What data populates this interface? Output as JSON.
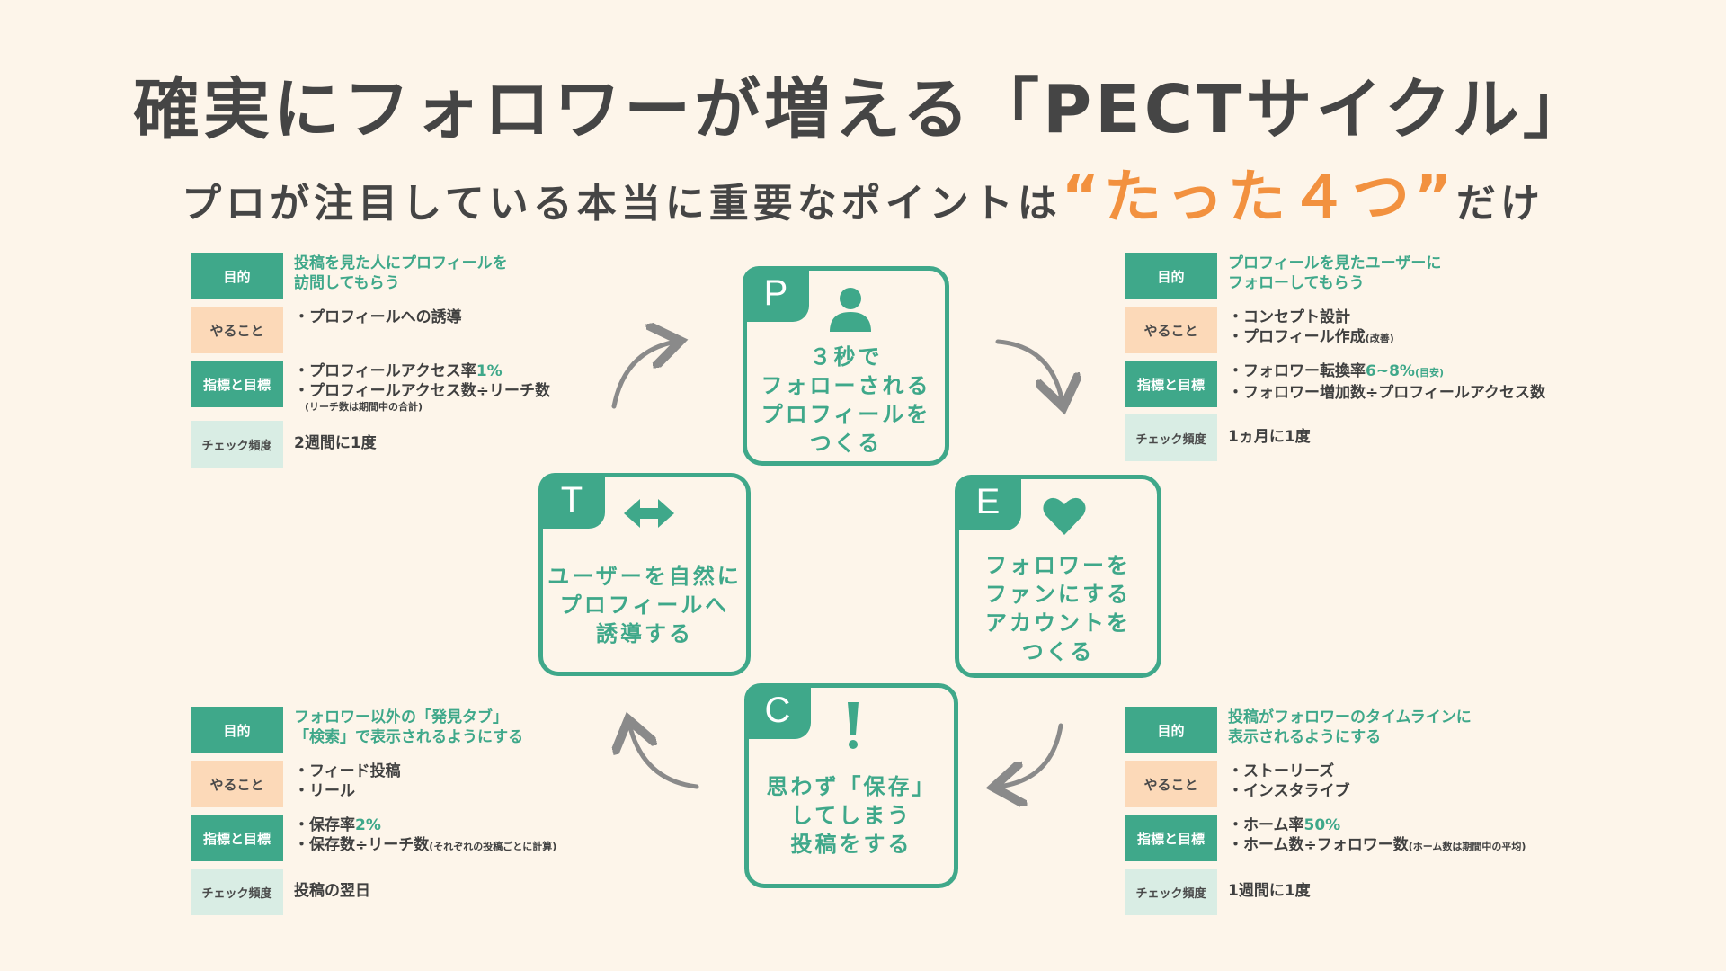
{
  "title": "確実にフォロワーが増える「PECTサイクル」",
  "subtitle": {
    "prefix": "プロが注目している本当に重要なポイントは",
    "highlight": "“たった４つ”",
    "suffix": "だけ"
  },
  "colors": {
    "green": "#3fa88a",
    "orange": "#f2913f",
    "peach": "#fcd9b8",
    "light_green": "#d9ede4",
    "background": "#fdf5ea",
    "arrow": "#8a8a8a"
  },
  "row_labels": {
    "purpose": "目的",
    "todo": "やること",
    "metric": "指標と目標",
    "frequency": "チェック頻度"
  },
  "cycle": {
    "p": {
      "letter": "P",
      "icon": "person-icon",
      "label": "３秒で\nフォローされる\nプロフィールを\nつくる"
    },
    "e": {
      "letter": "E",
      "icon": "heart-icon",
      "label": "フォロワーを\nファンにする\nアカウントを\nつくる"
    },
    "c": {
      "letter": "C",
      "icon": "exclamation-icon",
      "label": "思わず「保存」\nしてしまう\n投稿をする"
    },
    "t": {
      "letter": "T",
      "icon": "double-arrow-icon",
      "label": "ユーザーを自然に\nプロフィールへ\n誘導する"
    }
  },
  "panels": {
    "top_left": {
      "purpose": [
        "投稿を見た人にプロフィールを",
        "訪問してもらう"
      ],
      "todo": [
        "・プロフィールへの誘導"
      ],
      "metric_1": {
        "text": "・プロフィールアクセス率",
        "accent": "1%",
        "small": ""
      },
      "metric_2": {
        "text": "・プロフィールアクセス数÷リーチ数",
        "small": ""
      },
      "metric_note": "(リーチ数は期間中の合計)",
      "frequency": "2週間に1度"
    },
    "top_right": {
      "purpose": [
        "プロフィールを見たユーザーに",
        "フォローしてもらう"
      ],
      "todo_1": {
        "text": "・コンセプト設計",
        "small": ""
      },
      "todo_2": {
        "text": "・プロフィール作成",
        "small": "(改善)"
      },
      "metric_1": {
        "text": "・フォロワー転換率",
        "accent": "6~8%",
        "small": "(目安)"
      },
      "metric_2": {
        "text": "・フォロワー増加数÷プロフィールアクセス数",
        "small": ""
      },
      "frequency": "1ヵ月に1度"
    },
    "bottom_left": {
      "purpose": [
        "フォロワー以外の「発見タブ」",
        "「検索」で表示されるようにする"
      ],
      "todo": [
        "・フィード投稿",
        "・リール"
      ],
      "metric_1": {
        "text": "・保存率",
        "accent": "2%",
        "small": ""
      },
      "metric_2": {
        "text": "・保存数÷リーチ数",
        "small": "(それぞれの投稿ごとに計算)"
      },
      "frequency": "投稿の翌日"
    },
    "bottom_right": {
      "purpose": [
        "投稿がフォロワーのタイムラインに",
        "表示されるようにする"
      ],
      "todo": [
        "・ストーリーズ",
        "・インスタライブ"
      ],
      "metric_1": {
        "text": "・ホーム率",
        "accent": "50%",
        "small": ""
      },
      "metric_2": {
        "text": "・ホーム数÷フォロワー数",
        "small": "(ホーム数は期間中の平均)"
      },
      "frequency": "1週間に1度"
    }
  }
}
